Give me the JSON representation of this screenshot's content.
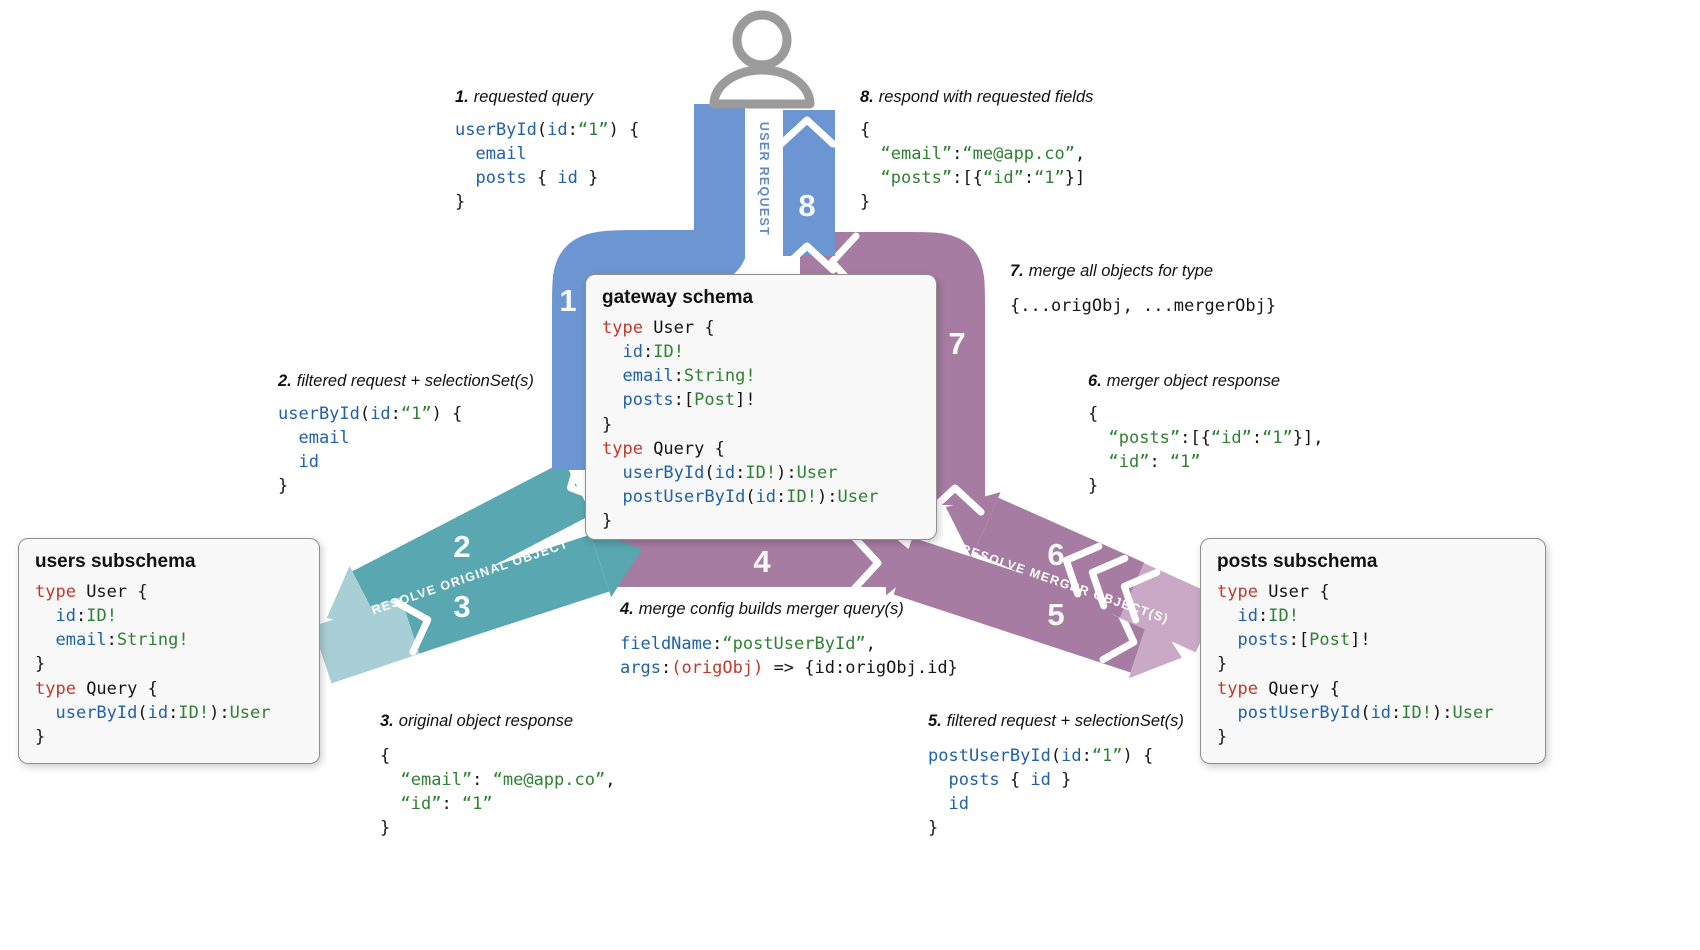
{
  "flow": {
    "user_request_label": "USER REQUEST",
    "resolve_original_label": "RESOLVE ORIGINAL OBJECT",
    "resolve_merger_label": "RESOLVE MERGER OBJECT(S)",
    "step_numbers": {
      "s1": "1",
      "s2": "2",
      "s3": "3",
      "s4": "4",
      "s5": "5",
      "s6": "6",
      "s7": "7",
      "s8": "8"
    },
    "colors": {
      "blue": "#6C96D2",
      "teal": "#58A7B1",
      "teal_light": "#A9CFD6",
      "purple": "#A77CA2",
      "purple_light": "#C9A9C6",
      "stripe_text": "#5E8AC8"
    }
  },
  "notes": {
    "n1": {
      "num": "1.",
      "text": "requested query"
    },
    "n2": {
      "num": "2.",
      "text": "filtered request + selectionSet(s)"
    },
    "n3": {
      "num": "3.",
      "text": "original object response"
    },
    "n4": {
      "num": "4.",
      "text": "merge config builds merger query(s)"
    },
    "n5": {
      "num": "5.",
      "text": "filtered request + selectionSet(s)"
    },
    "n6": {
      "num": "6.",
      "text": "merger object response"
    },
    "n7": {
      "num": "7.",
      "text": "merge all objects for type"
    },
    "n8": {
      "num": "8.",
      "text": "respond with requested fields"
    }
  },
  "boxes": {
    "gateway": {
      "title": "gateway schema",
      "code": [
        [
          [
            "r",
            "type"
          ],
          [
            "k",
            " User {"
          ]
        ],
        [
          [
            "k",
            "  "
          ],
          [
            "b",
            "id"
          ],
          [
            "k",
            ":"
          ],
          [
            "g",
            "ID!"
          ]
        ],
        [
          [
            "k",
            "  "
          ],
          [
            "b",
            "email"
          ],
          [
            "k",
            ":"
          ],
          [
            "g",
            "String!"
          ]
        ],
        [
          [
            "k",
            "  "
          ],
          [
            "b",
            "posts"
          ],
          [
            "k",
            ":["
          ],
          [
            "g",
            "Post"
          ],
          [
            "k",
            "]!"
          ]
        ],
        [
          [
            "k",
            "}"
          ]
        ],
        [
          [
            "r",
            "type"
          ],
          [
            "k",
            " Query {"
          ]
        ],
        [
          [
            "k",
            "  "
          ],
          [
            "b",
            "userById"
          ],
          [
            "k",
            "("
          ],
          [
            "b",
            "id"
          ],
          [
            "k",
            ":"
          ],
          [
            "g",
            "ID!"
          ],
          [
            "k",
            "):"
          ],
          [
            "g",
            "User"
          ]
        ],
        [
          [
            "k",
            "  "
          ],
          [
            "b",
            "postUserById"
          ],
          [
            "k",
            "("
          ],
          [
            "b",
            "id"
          ],
          [
            "k",
            ":"
          ],
          [
            "g",
            "ID!"
          ],
          [
            "k",
            "):"
          ],
          [
            "g",
            "User"
          ]
        ],
        [
          [
            "k",
            "}"
          ]
        ]
      ]
    },
    "users": {
      "title": "users subschema",
      "code": [
        [
          [
            "r",
            "type"
          ],
          [
            "k",
            " User {"
          ]
        ],
        [
          [
            "k",
            "  "
          ],
          [
            "b",
            "id"
          ],
          [
            "k",
            ":"
          ],
          [
            "g",
            "ID!"
          ]
        ],
        [
          [
            "k",
            "  "
          ],
          [
            "b",
            "email"
          ],
          [
            "k",
            ":"
          ],
          [
            "g",
            "String!"
          ]
        ],
        [
          [
            "k",
            "}"
          ]
        ],
        [
          [
            "r",
            "type"
          ],
          [
            "k",
            " Query {"
          ]
        ],
        [
          [
            "k",
            "  "
          ],
          [
            "b",
            "userById"
          ],
          [
            "k",
            "("
          ],
          [
            "b",
            "id"
          ],
          [
            "k",
            ":"
          ],
          [
            "g",
            "ID!"
          ],
          [
            "k",
            "):"
          ],
          [
            "g",
            "User"
          ]
        ],
        [
          [
            "k",
            "}"
          ]
        ]
      ]
    },
    "posts": {
      "title": "posts subschema",
      "code": [
        [
          [
            "r",
            "type"
          ],
          [
            "k",
            " User {"
          ]
        ],
        [
          [
            "k",
            "  "
          ],
          [
            "b",
            "id"
          ],
          [
            "k",
            ":"
          ],
          [
            "g",
            "ID!"
          ]
        ],
        [
          [
            "k",
            "  "
          ],
          [
            "b",
            "posts"
          ],
          [
            "k",
            ":["
          ],
          [
            "g",
            "Post"
          ],
          [
            "k",
            "]!"
          ]
        ],
        [
          [
            "k",
            "}"
          ]
        ],
        [
          [
            "r",
            "type"
          ],
          [
            "k",
            " Query {"
          ]
        ],
        [
          [
            "k",
            "  "
          ],
          [
            "b",
            "postUserById"
          ],
          [
            "k",
            "("
          ],
          [
            "b",
            "id"
          ],
          [
            "k",
            ":"
          ],
          [
            "g",
            "ID!"
          ],
          [
            "k",
            "):"
          ],
          [
            "g",
            "User"
          ]
        ],
        [
          [
            "k",
            "}"
          ]
        ]
      ]
    }
  },
  "snippets": {
    "q1": [
      [
        [
          "b",
          "userById"
        ],
        [
          "k",
          "("
        ],
        [
          "b",
          "id"
        ],
        [
          "k",
          ":"
        ],
        [
          "g",
          "“1”"
        ],
        [
          "k",
          ") {"
        ]
      ],
      [
        [
          "k",
          "  "
        ],
        [
          "b",
          "email"
        ]
      ],
      [
        [
          "k",
          "  "
        ],
        [
          "b",
          "posts"
        ],
        [
          "k",
          " { "
        ],
        [
          "b",
          "id"
        ],
        [
          "k",
          " }"
        ]
      ],
      [
        [
          "k",
          "}"
        ]
      ]
    ],
    "r8": [
      [
        [
          "k",
          "{"
        ]
      ],
      [
        [
          "k",
          "  "
        ],
        [
          "g",
          "“email”"
        ],
        [
          "k",
          ":"
        ],
        [
          "g",
          "“me@app.co”"
        ],
        [
          "k",
          ","
        ]
      ],
      [
        [
          "k",
          "  "
        ],
        [
          "g",
          "“posts”"
        ],
        [
          "k",
          ":[{"
        ],
        [
          "g",
          "“id”"
        ],
        [
          "k",
          ":"
        ],
        [
          "g",
          "“1”"
        ],
        [
          "k",
          "}]"
        ]
      ],
      [
        [
          "k",
          "}"
        ]
      ]
    ],
    "q2": [
      [
        [
          "b",
          "userById"
        ],
        [
          "k",
          "("
        ],
        [
          "b",
          "id"
        ],
        [
          "k",
          ":"
        ],
        [
          "g",
          "“1”"
        ],
        [
          "k",
          ") {"
        ]
      ],
      [
        [
          "k",
          "  "
        ],
        [
          "b",
          "email"
        ]
      ],
      [
        [
          "k",
          "  "
        ],
        [
          "b",
          "id"
        ]
      ],
      [
        [
          "k",
          "}"
        ]
      ]
    ],
    "m7": [
      [
        [
          "k",
          "{...origObj, ...mergerObj}"
        ]
      ]
    ],
    "r6": [
      [
        [
          "k",
          "{"
        ]
      ],
      [
        [
          "k",
          "  "
        ],
        [
          "g",
          "“posts”"
        ],
        [
          "k",
          ":[{"
        ],
        [
          "g",
          "“id”"
        ],
        [
          "k",
          ":"
        ],
        [
          "g",
          "“1”"
        ],
        [
          "k",
          "}],"
        ]
      ],
      [
        [
          "k",
          "  "
        ],
        [
          "g",
          "“id”"
        ],
        [
          "k",
          ": "
        ],
        [
          "g",
          "“1”"
        ]
      ],
      [
        [
          "k",
          "}"
        ]
      ]
    ],
    "m4": [
      [
        [
          "b",
          "fieldName"
        ],
        [
          "k",
          ":"
        ],
        [
          "g",
          "“postUserById”"
        ],
        [
          "k",
          ","
        ]
      ],
      [
        [
          "b",
          "args"
        ],
        [
          "k",
          ":"
        ],
        [
          "r",
          "(origObj)"
        ],
        [
          "k",
          " => {id:origObj.id}"
        ]
      ]
    ],
    "r3": [
      [
        [
          "k",
          "{"
        ]
      ],
      [
        [
          "k",
          "  "
        ],
        [
          "g",
          "“email”"
        ],
        [
          "k",
          ": "
        ],
        [
          "g",
          "“me@app.co”"
        ],
        [
          "k",
          ","
        ]
      ],
      [
        [
          "k",
          "  "
        ],
        [
          "g",
          "“id”"
        ],
        [
          "k",
          ": "
        ],
        [
          "g",
          "“1”"
        ]
      ],
      [
        [
          "k",
          "}"
        ]
      ]
    ],
    "q5": [
      [
        [
          "b",
          "postUserById"
        ],
        [
          "k",
          "("
        ],
        [
          "b",
          "id"
        ],
        [
          "k",
          ":"
        ],
        [
          "g",
          "“1”"
        ],
        [
          "k",
          ") {"
        ]
      ],
      [
        [
          "k",
          "  "
        ],
        [
          "b",
          "posts"
        ],
        [
          "k",
          " { "
        ],
        [
          "b",
          "id"
        ],
        [
          "k",
          " }"
        ]
      ],
      [
        [
          "k",
          "  "
        ],
        [
          "b",
          "id"
        ]
      ],
      [
        [
          "k",
          "}"
        ]
      ]
    ]
  }
}
